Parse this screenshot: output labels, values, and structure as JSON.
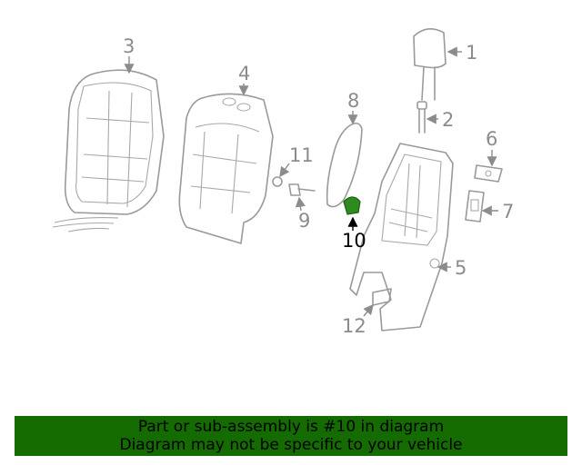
{
  "callouts": [
    "1",
    "2",
    "3",
    "4",
    "5",
    "6",
    "7",
    "8",
    "9",
    "10",
    "11",
    "12"
  ],
  "highlight_color": "#2e8b1f",
  "banner": {
    "line1": "Part or sub-assembly is #10 in diagram",
    "line2": "Diagram may not be specific to your vehicle",
    "background": "#146b00"
  }
}
